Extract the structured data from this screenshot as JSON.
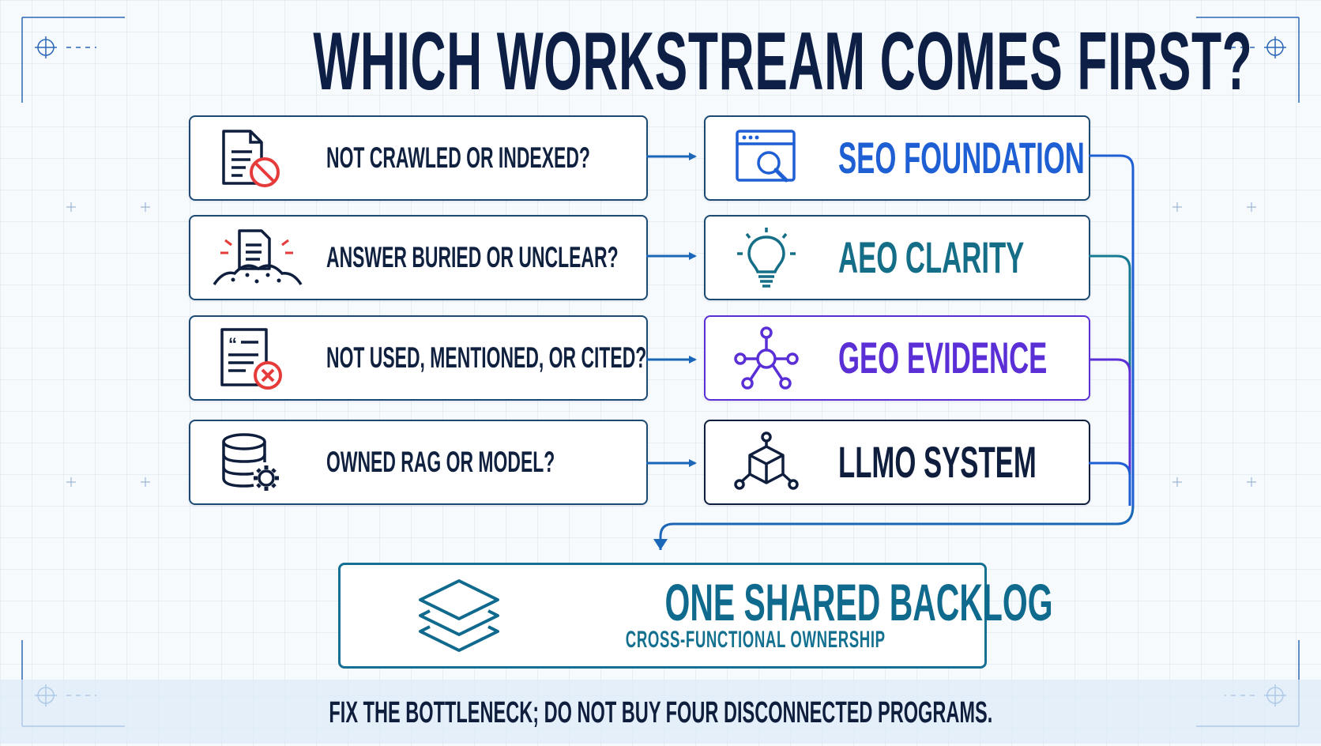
{
  "title": "WHICH WORKSTREAM COMES FIRST?",
  "questions": [
    {
      "label": "NOT CRAWLED OR INDEXED?",
      "icon": "document-blocked-icon"
    },
    {
      "label": "ANSWER BURIED OR UNCLEAR?",
      "icon": "buried-document-icon"
    },
    {
      "label": "NOT USED, MENTIONED, OR CITED?",
      "icon": "quote-document-rejected-icon"
    },
    {
      "label": "OWNED RAG OR MODEL?",
      "icon": "database-gear-icon"
    }
  ],
  "workstreams": [
    {
      "label": "SEO FOUNDATION",
      "icon": "browser-search-icon",
      "color": "#1f5fd4"
    },
    {
      "label": "AEO CLARITY",
      "icon": "lightbulb-icon",
      "color": "#156e87"
    },
    {
      "label": "GEO EVIDENCE",
      "icon": "network-hub-icon",
      "color": "#5a2fd6"
    },
    {
      "label": "LLMO SYSTEM",
      "icon": "cube-network-icon",
      "color": "#0f1e3d"
    }
  ],
  "backlog": {
    "title": "ONE SHARED BACKLOG",
    "subtitle": "CROSS-FUNCTIONAL OWNERSHIP",
    "icon": "stacked-layers-icon"
  },
  "footer": "FIX THE BOTTLENECK; DO NOT BUY FOUR DISCONNECTED PROGRAMS.",
  "colors": {
    "navy": "#0d1f45",
    "teal": "#0f6a8d",
    "blue": "#1f5fd4",
    "purple": "#5a2fd6",
    "red": "#e63b3b"
  }
}
